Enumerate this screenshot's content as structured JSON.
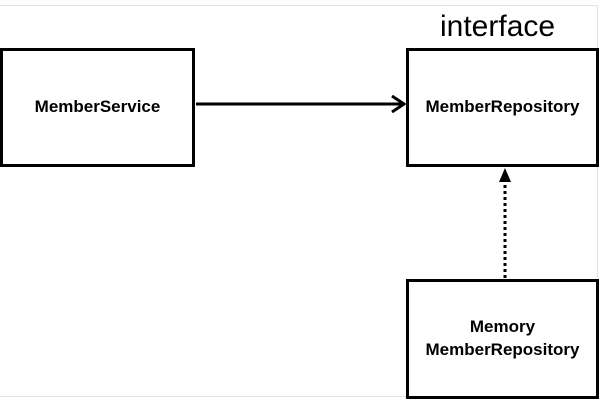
{
  "diagram": {
    "stereotype": "interface",
    "nodes": {
      "member_service": {
        "label": "MemberService"
      },
      "member_repository": {
        "label": "MemberRepository"
      },
      "memory_member_repository": {
        "line1": "Memory",
        "line2": "MemberRepository"
      }
    },
    "edges": [
      {
        "from": "MemberService",
        "to": "MemberRepository",
        "style": "solid",
        "arrowhead": "open"
      },
      {
        "from": "MemoryMemberRepository",
        "to": "MemberRepository",
        "style": "dotted",
        "arrowhead": "filled"
      }
    ],
    "colors": {
      "stroke": "#000000",
      "background": "#ffffff"
    }
  }
}
